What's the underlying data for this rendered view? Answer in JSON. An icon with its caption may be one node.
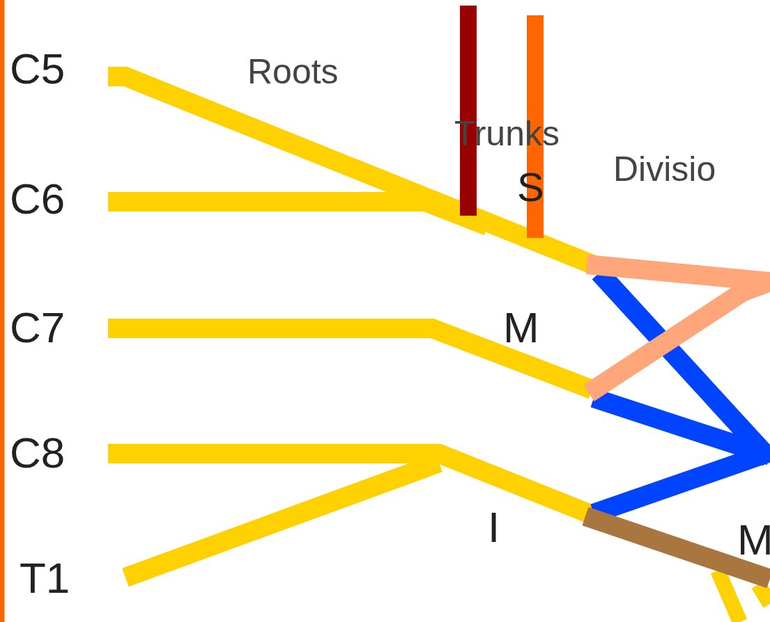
{
  "diagram": {
    "labels": [
      "C5",
      "Roots",
      "Trunks",
      "S",
      "Divisio",
      "C6",
      "C7",
      "M",
      "C8",
      "I",
      "T1",
      "M"
    ]
  }
}
